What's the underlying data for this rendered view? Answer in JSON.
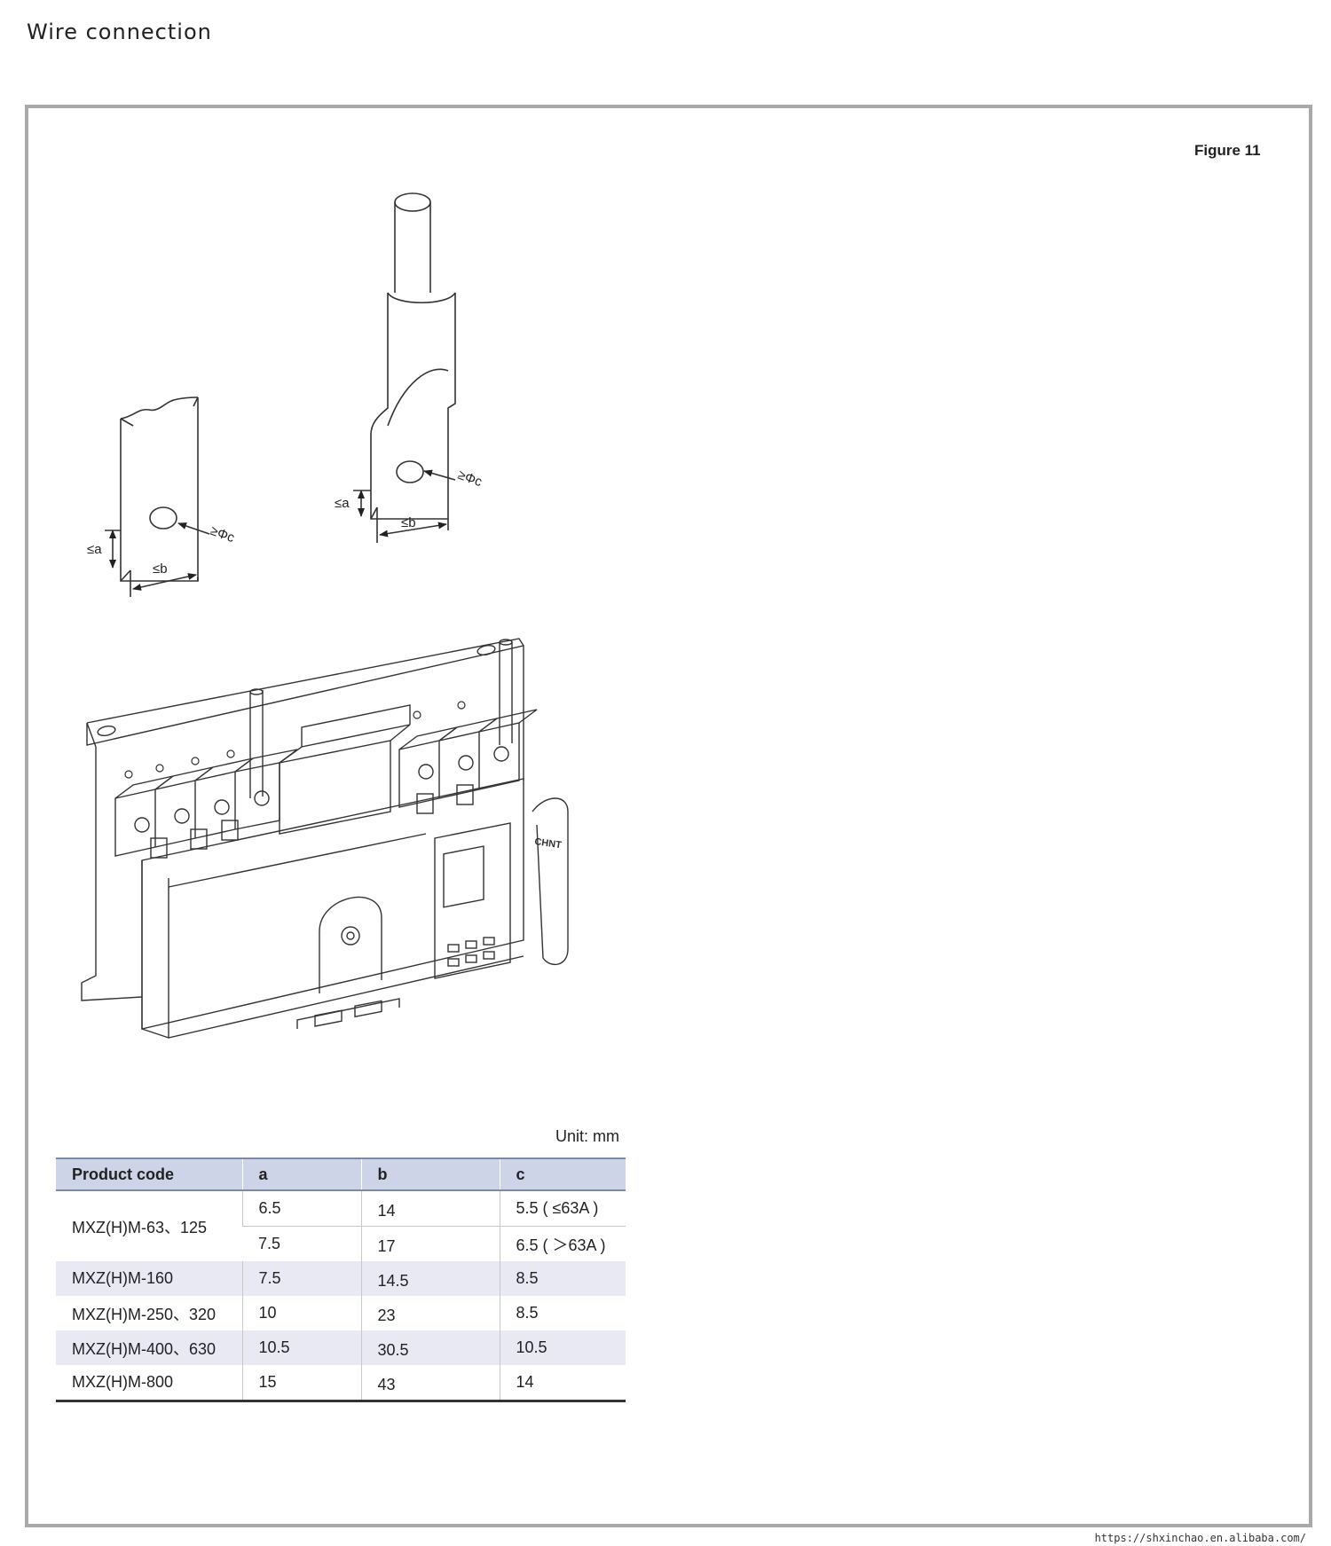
{
  "page": {
    "title": "Wire connection",
    "figure_label": "Figure 11",
    "unit": "Unit: mm",
    "footer_url": "https://shxinchao.en.alibaba.com/"
  },
  "diagram": {
    "labels": {
      "a": "≤a",
      "b": "≤b",
      "c": "≥Φc"
    },
    "brand_mark": "CHNT"
  },
  "table": {
    "headers": [
      "Product code",
      "a",
      "b",
      "c"
    ],
    "rows": [
      {
        "code": "MXZ(H)M-63、125",
        "a": "6.5",
        "b": "14",
        "c": "5.5 ( ≤63A )"
      },
      {
        "code": "",
        "a": "7.5",
        "b": "17",
        "c": "6.5 ( ＞63A )"
      },
      {
        "code": "MXZ(H)M-160",
        "a": "7.5",
        "b": "14.5",
        "c": "8.5"
      },
      {
        "code": "MXZ(H)M-250、320",
        "a": "10",
        "b": "23",
        "c": "8.5"
      },
      {
        "code": "MXZ(H)M-400、630",
        "a": "10.5",
        "b": "30.5",
        "c": "10.5"
      },
      {
        "code": "MXZ(H)M-800",
        "a": "15",
        "b": "43",
        "c": "14"
      }
    ]
  }
}
